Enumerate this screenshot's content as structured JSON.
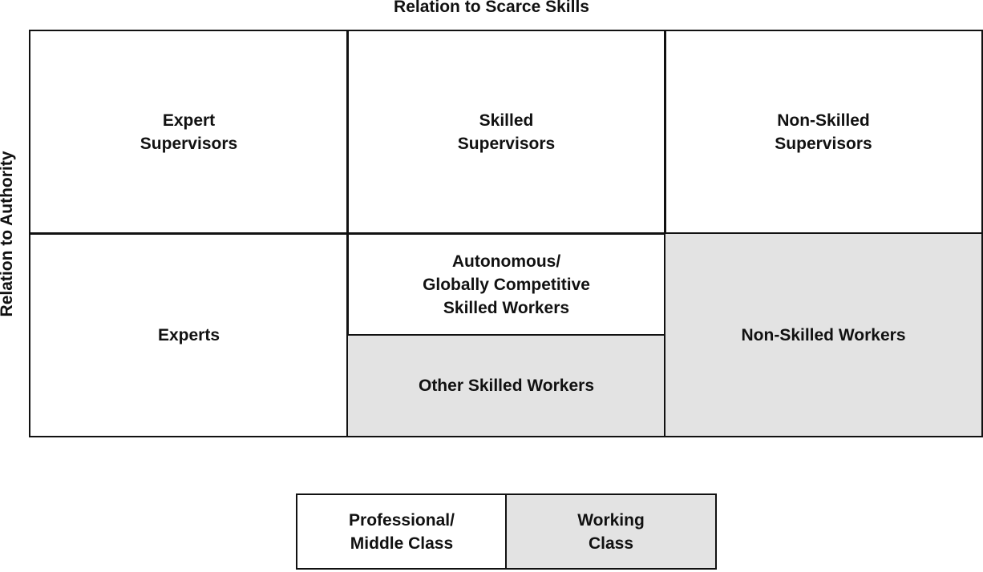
{
  "axes": {
    "x_label": "Relation to Scarce Skills",
    "y_label": "Relation to Authority"
  },
  "grid": {
    "top_row": [
      {
        "label": "Expert\nSupervisors",
        "shaded": false
      },
      {
        "label": "Skilled\nSupervisors",
        "shaded": false
      },
      {
        "label": "Non-Skilled\nSupervisors",
        "shaded": false
      }
    ],
    "bottom_row": {
      "experts": {
        "label": "Experts",
        "shaded": false
      },
      "autonomous": {
        "label": "Autonomous/\nGlobally Competitive\nSkilled Workers",
        "shaded": false
      },
      "other_skilled": {
        "label": "Other Skilled Workers",
        "shaded": true
      },
      "non_skilled": {
        "label": "Non-Skilled Workers",
        "shaded": true
      }
    }
  },
  "legend": [
    {
      "label": "Professional/\nMiddle Class",
      "color": "#ffffff"
    },
    {
      "label": "Working\nClass",
      "color": "#e3e3e3"
    }
  ]
}
